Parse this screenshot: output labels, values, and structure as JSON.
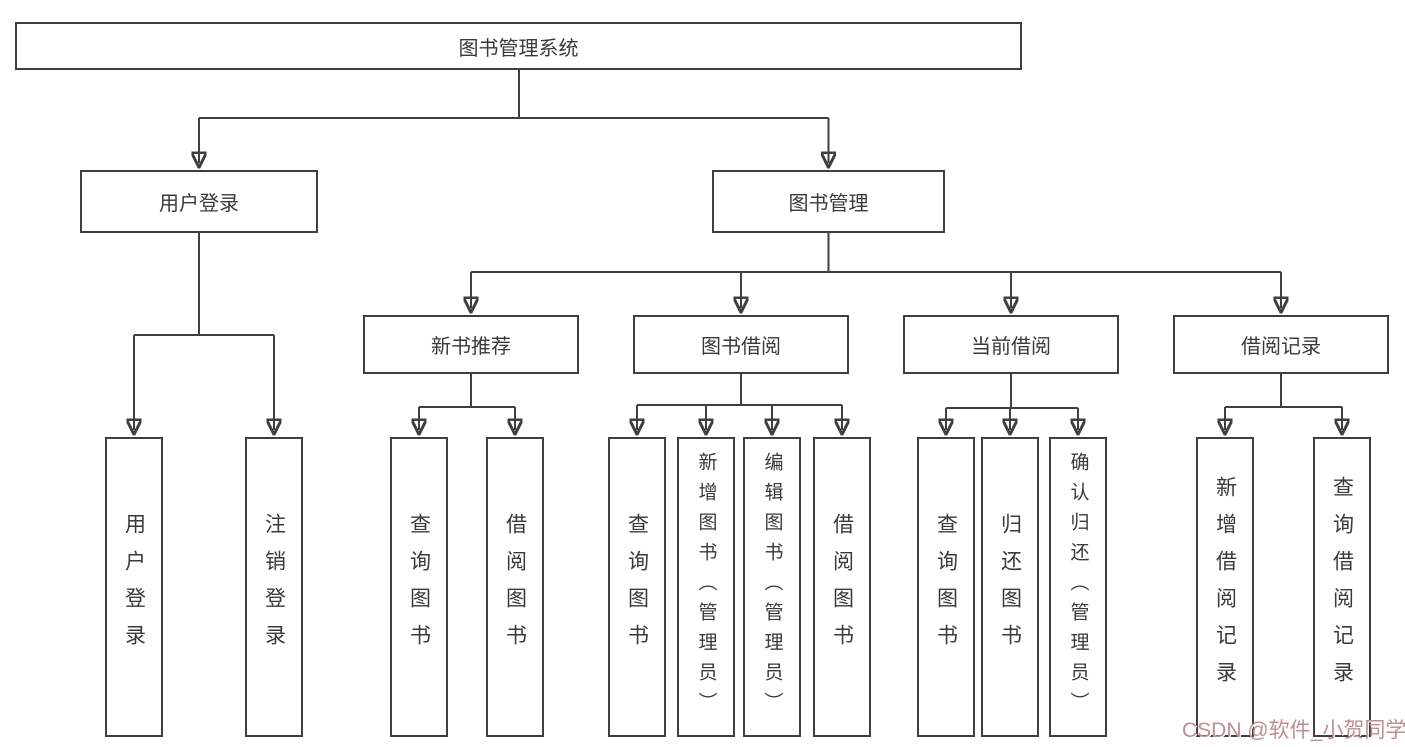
{
  "tree": {
    "root": "图书管理系统",
    "children": [
      {
        "label": "用户登录",
        "children": [
          "用户登录",
          "注销登录"
        ]
      },
      {
        "label": "图书管理",
        "children": [
          {
            "label": "新书推荐",
            "children": [
              "查询图书",
              "借阅图书"
            ]
          },
          {
            "label": "图书借阅",
            "children": [
              "查询图书",
              "新增图书（管理员）",
              "编辑图书（管理员）",
              "借阅图书"
            ]
          },
          {
            "label": "当前借阅",
            "children": [
              "查询图书",
              "归还图书",
              "确认归还（管理员）"
            ]
          },
          {
            "label": "借阅记录",
            "children": [
              "新增借阅记录",
              "查询借阅记录"
            ]
          }
        ]
      }
    ]
  },
  "watermark": {
    "text": "CSDN @软件_小贺同学",
    "color": "#bd8f8f"
  },
  "colors": {
    "line": "#3f3f3f",
    "border": "#3f3f3f",
    "text": "#3a3a3a",
    "background": "#ffffff"
  }
}
